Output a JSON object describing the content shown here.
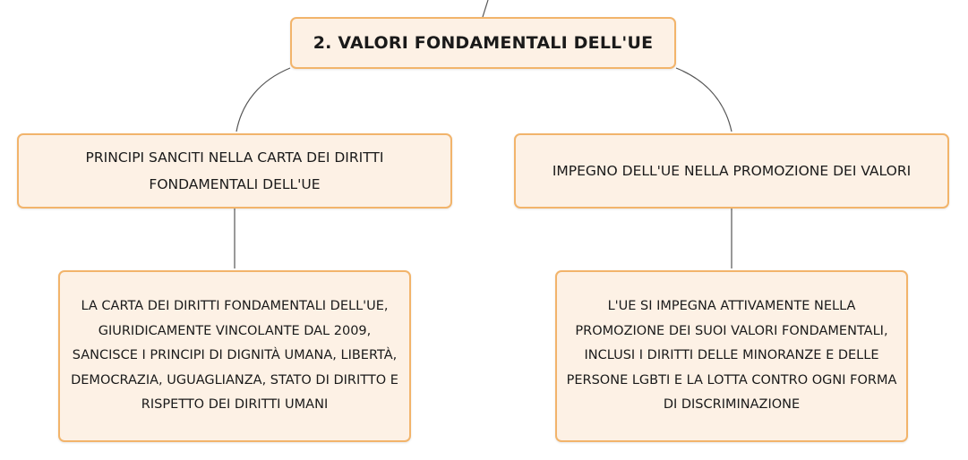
{
  "diagram": {
    "root": {
      "label": "2. VALORI FONDAMENTALI DELL'UE"
    },
    "branches": [
      {
        "label": "PRINCIPI SANCITI NELLA CARTA DEI DIRITTI FONDAMENTALI DELL'UE",
        "detail": "LA CARTA DEI DIRITTI FONDAMENTALI DELL'UE, GIURIDICAMENTE VINCOLANTE DAL 2009, SANCISCE I PRINCIPI DI DIGNITÀ UMANA, LIBERTÀ, DEMOCRAZIA, UGUAGLIANZA, STATO DI DIRITTO E RISPETTO DEI DIRITTI UMANI"
      },
      {
        "label": "IMPEGNO DELL'UE NELLA PROMOZIONE DEI VALORI",
        "detail": "L'UE SI IMPEGNA ATTIVAMENTE NELLA PROMOZIONE DEI SUOI VALORI FONDAMENTALI, INCLUSI I DIRITTI DELLE MINORANZE E DELLE PERSONE LGBTI E LA LOTTA CONTRO OGNI FORMA DI DISCRIMINAZIONE"
      }
    ],
    "colors": {
      "node_fill": "#fdf1e5",
      "node_border": "#f2b46b",
      "connector": "#555555",
      "text": "#1a1a1a"
    }
  }
}
